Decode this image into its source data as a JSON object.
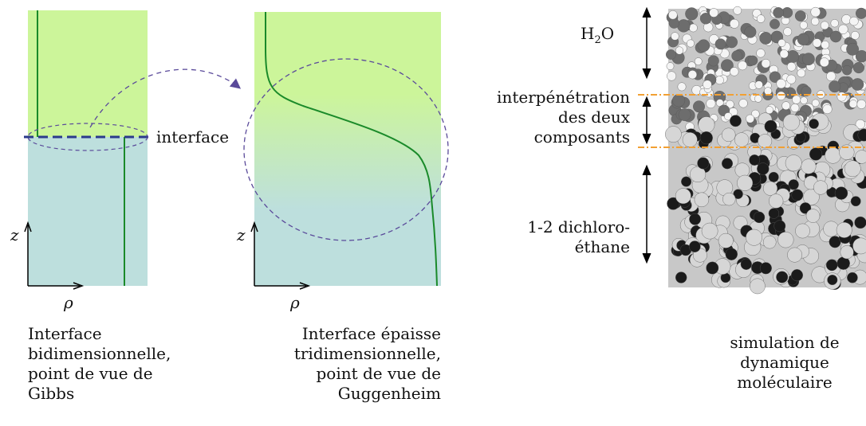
{
  "colors": {
    "gas_phase": "#ccf59a",
    "liquid_phase": "#bddfdd",
    "profile_line": "#1a8a2a",
    "interface_line": "#2b3a8c",
    "dashed_ellipse": "#5a4a9a",
    "orange_marker": "#f2a033"
  },
  "left_panel": {
    "interface_label": "interface",
    "axis_z": "z",
    "axis_rho": "ρ",
    "caption_lines": [
      "Interface",
      "bidimensionnelle,",
      "point de vue de",
      "Gibbs"
    ]
  },
  "middle_panel": {
    "axis_z": "z",
    "axis_rho": "ρ",
    "caption_lines": [
      "Interface épaisse",
      "tridimensionnelle,",
      "point de vue de",
      "Guggenheim"
    ]
  },
  "right_panel": {
    "water_label": "H",
    "water_sub": "2",
    "water_suffix": "O",
    "mix_lines": [
      "interpénétration",
      "des deux",
      "composants"
    ],
    "dce_lines": [
      "1-2 dichloro-",
      "éthane"
    ],
    "caption_lines": [
      "simulation de",
      "dynamique",
      "moléculaire"
    ]
  }
}
